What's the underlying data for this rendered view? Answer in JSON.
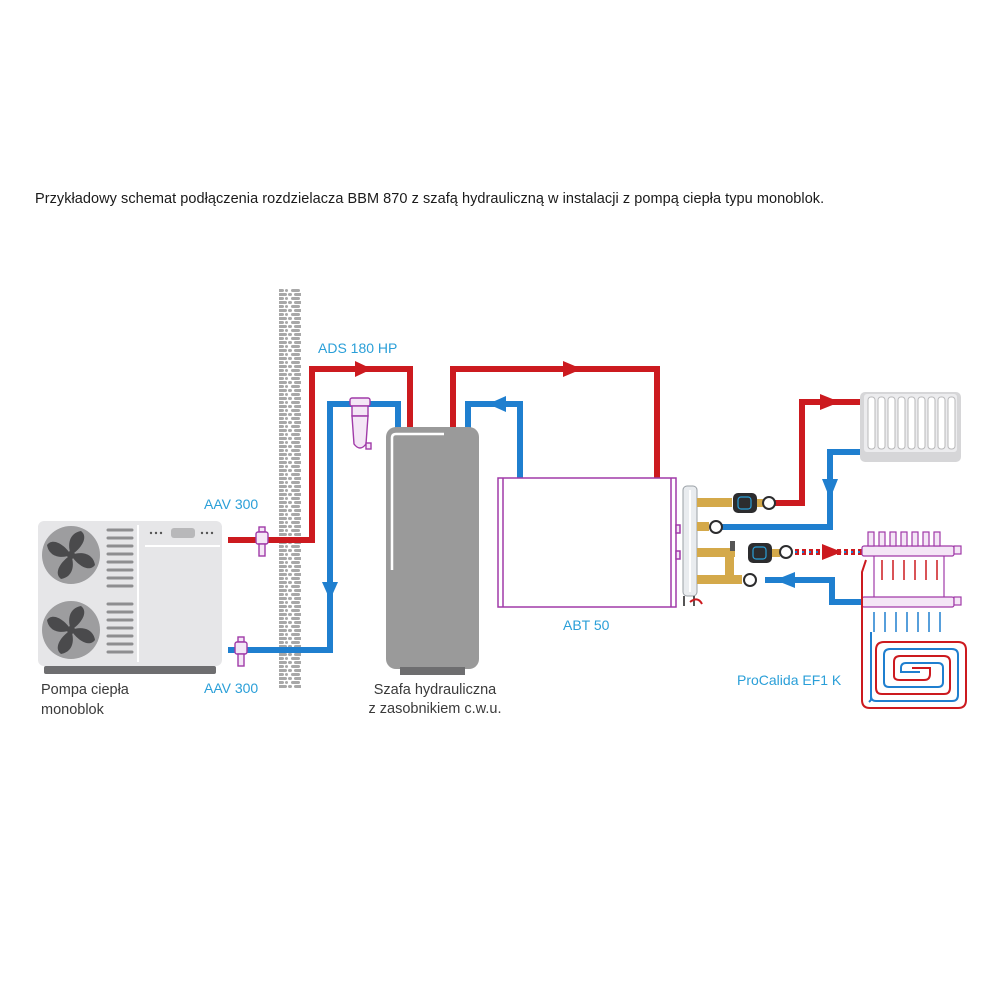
{
  "caption": "Przykładowy schemat podłączenia rozdzielacza BBM 870 z szafą hydrauliczną w instalacji z pompą ciepła typu monoblok.",
  "colors": {
    "supply_pipe": "#cc1a1f",
    "return_pipe": "#1f7fcf",
    "label_blue": "#2a9fd8",
    "component_outline": "#a03aa8",
    "unit_gray": "#e6e6e8",
    "tank_gray": "#9a9a9a",
    "wall_gray": "#a8a8a8"
  },
  "labels": {
    "aav_top": "AAV 300",
    "aav_bottom": "AAV 300",
    "ads": "ADS 180 HP",
    "abt": "ABT 50",
    "procalida": "ProCalida EF1 K",
    "heat_pump_line1": "Pompa ciepła",
    "heat_pump_line2": "monoblok",
    "cabinet_line1": "Szafa hydrauliczna",
    "cabinet_line2": "z zasobnikiem c.w.u."
  },
  "components": [
    {
      "id": "heat-pump",
      "name": "Pompa ciepła monoblok"
    },
    {
      "id": "aav-valve-supply",
      "name": "AAV 300"
    },
    {
      "id": "aav-valve-return",
      "name": "AAV 300"
    },
    {
      "id": "wall",
      "name": "wall"
    },
    {
      "id": "ads-separator",
      "name": "ADS 180 HP"
    },
    {
      "id": "hydraulic-cabinet",
      "name": "Szafa hydrauliczna z zasobnikiem c.w.u."
    },
    {
      "id": "buffer-tank",
      "name": "ABT 50"
    },
    {
      "id": "distributor",
      "name": "BBM 870"
    },
    {
      "id": "radiator",
      "name": "radiator"
    },
    {
      "id": "floor-manifold",
      "name": "ProCalida EF1 K"
    },
    {
      "id": "floor-heating-loop",
      "name": "floor heating loop"
    }
  ]
}
